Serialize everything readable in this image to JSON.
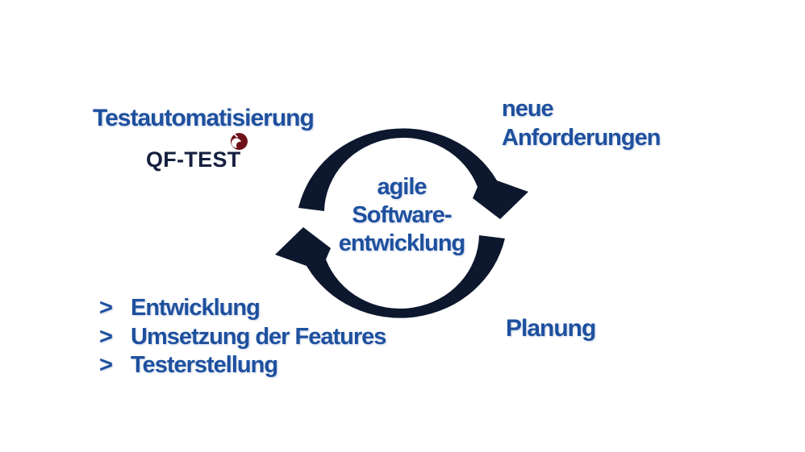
{
  "colors": {
    "text_blue": "#1E509E",
    "arrow_navy": "#0D172E",
    "logo_navy": "#151F3E",
    "logo_red": "#6E1019",
    "logo_white": "#ffffff",
    "background": "#ffffff"
  },
  "top_left": {
    "title": "Testautomatisierung",
    "logo_text": "QF-TEST"
  },
  "top_right": {
    "line1": "neue",
    "line2": "Anforderungen"
  },
  "center": {
    "line1": "agile",
    "line2": "Software-",
    "line3": "entwicklung"
  },
  "bottom_right": {
    "label": "Planung"
  },
  "dev_list": {
    "bullet": ">",
    "items": [
      "Entwicklung",
      "Umsetzung der Features",
      "Testerstellung"
    ]
  },
  "icons": {
    "cycle": "cycle-arrows-icon",
    "logo_mark": "qf-test-logo-mark-icon"
  }
}
